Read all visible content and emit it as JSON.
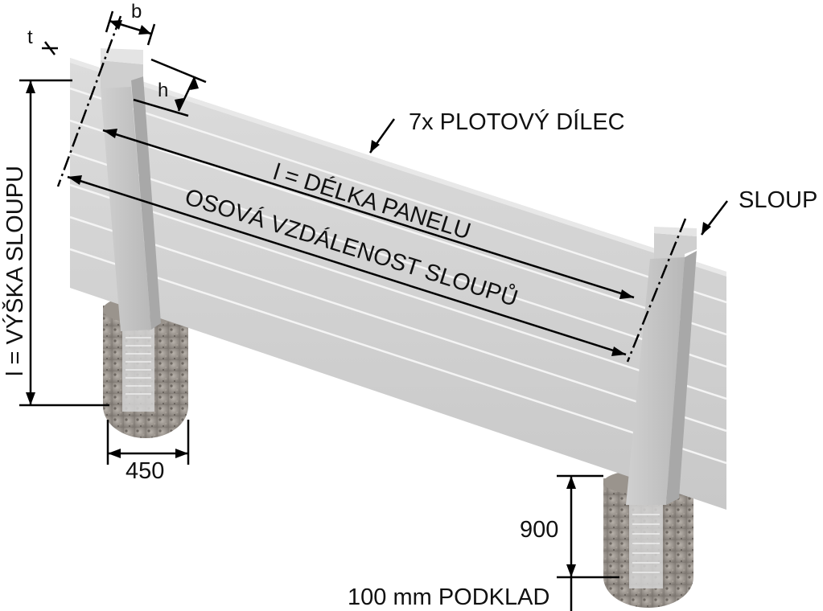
{
  "labels": {
    "t": "t",
    "b": "b",
    "h": "h",
    "panel_count": "7x PLOTOVÝ DÍLEC",
    "panel_length": "l = DÉLKA PANELU",
    "axis_distance": "OSOVÁ VZDÁLENOST SLOUPŮ",
    "post": "SLOUP",
    "post_height": "l = VÝŠKA SLOUPU",
    "footing_width": "450",
    "footing_depth": "900",
    "base_layer": "100 mm PODKLAD"
  },
  "colors": {
    "concrete_light": "#d6d6d6",
    "concrete_mid": "#c4c4c4",
    "concrete_dark": "#a9a9a9",
    "stone": "#8f8a84",
    "dimension_line": "#000000"
  }
}
